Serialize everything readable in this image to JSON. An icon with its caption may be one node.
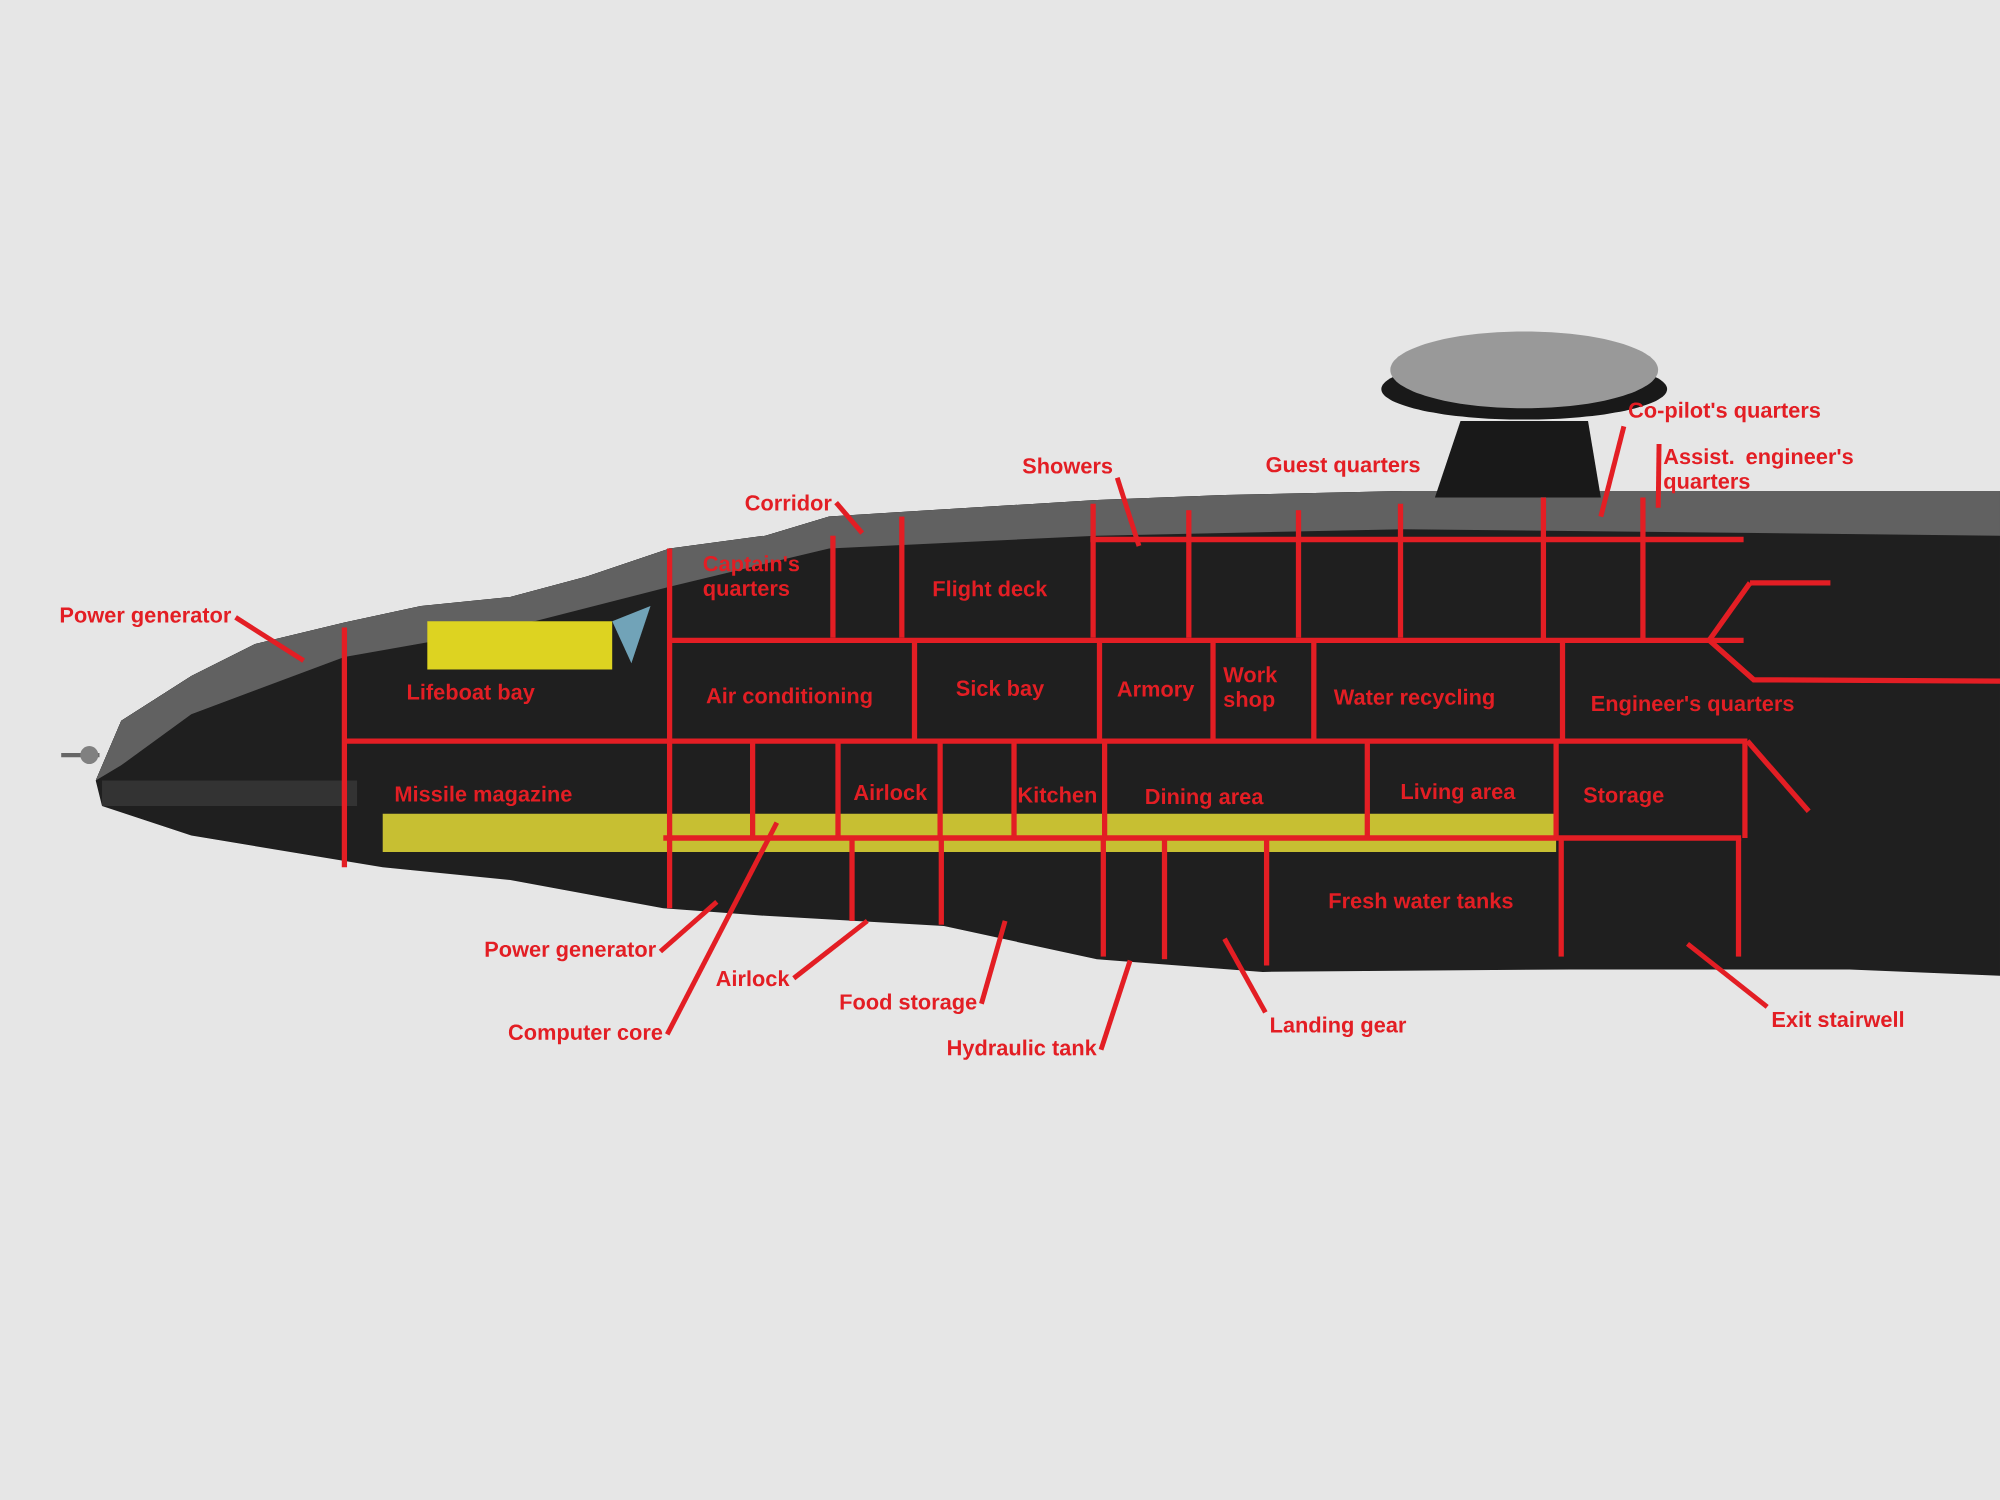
{
  "diagram": {
    "nodes": [
      {
        "text": [
          "Power generator"
        ]
      },
      {
        "text": [
          "Corridor"
        ]
      },
      {
        "text": [
          "Showers"
        ]
      },
      {
        "text": [
          "Co-pilot's quarters"
        ]
      },
      {
        "text": [
          "Assist. engineer's quarters"
        ]
      },
      {
        "text": [
          "Power generator"
        ]
      },
      {
        "text": [
          "Airlock"
        ]
      },
      {
        "text": [
          "Food storage"
        ]
      },
      {
        "text": [
          "Computer core"
        ]
      },
      {
        "text": [
          "Hydraulic tank"
        ]
      },
      {
        "text": [
          "Landing gear"
        ]
      },
      {
        "text": [
          "Exit stairwell"
        ]
      }
    ],
    "edges": [
      {
        "from": 0,
        "to": null,
        "arrow": "none"
      },
      {
        "from": 1,
        "to": null,
        "arrow": "none"
      },
      {
        "from": 2,
        "to": null,
        "arrow": "none"
      },
      {
        "from": 3,
        "to": null,
        "arrow": "none"
      },
      {
        "from": 4,
        "to": null,
        "arrow": "none"
      },
      {
        "from": 5,
        "to": null,
        "arrow": "none"
      },
      {
        "from": 6,
        "to": null,
        "arrow": "none"
      },
      {
        "from": 7,
        "to": null,
        "arrow": "none"
      },
      {
        "from": 8,
        "to": null,
        "arrow": "none"
      },
      {
        "from": 9,
        "to": null,
        "arrow": "none"
      },
      {
        "from": 10,
        "to": null,
        "arrow": "none"
      },
      {
        "from": 11,
        "to": null,
        "arrow": "none"
      }
    ],
    "labels": [
      "Guest quarters",
      "Captain's quarters",
      "Flight deck",
      "Lifeboat bay",
      "Air conditioning",
      "Sick bay",
      "Armory",
      "Work shop",
      "Water recycling",
      "Engineer's quarters",
      "Missile magazine",
      "Airlock",
      "Kitchen",
      "Dining area",
      "Living area",
      "Storage",
      "Fresh water tanks"
    ]
  }
}
